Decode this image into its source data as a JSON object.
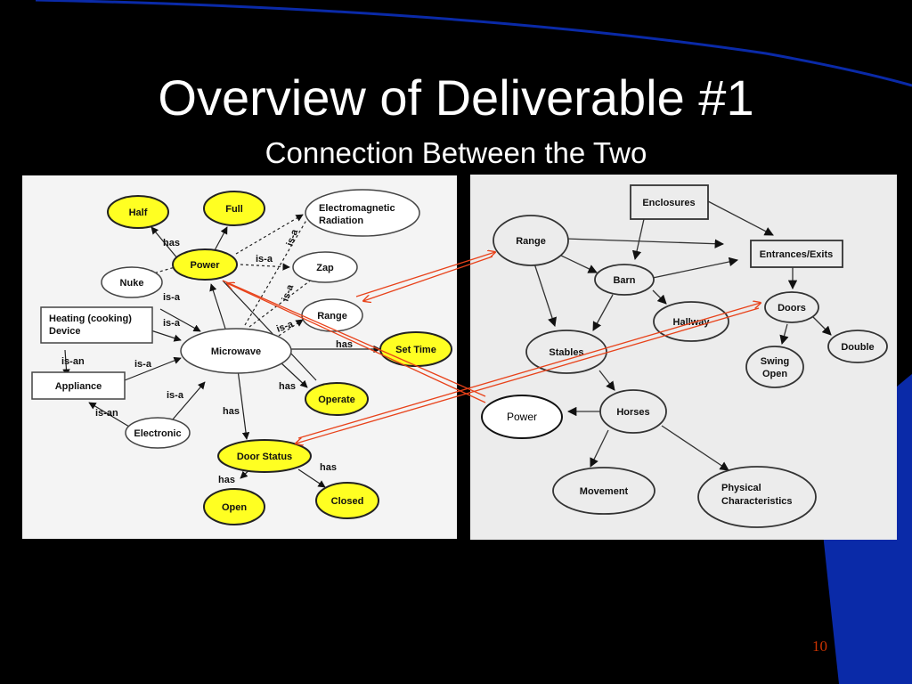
{
  "slide": {
    "title": "Overview of Deliverable #1",
    "subtitle": "Connection Between the Two",
    "page_number": "10"
  },
  "colors": {
    "background": "#000000",
    "accent_blue": "#0a2aa8",
    "node_yellow": "#ffff22",
    "connector_red": "#e8421a"
  },
  "left_diagram": {
    "nodes": {
      "half": "Half",
      "full": "Full",
      "electromagnetic_1": "Electromagnetic",
      "electromagnetic_2": "Radiation",
      "power": "Power",
      "zap": "Zap",
      "nuke": "Nuke",
      "heating_1": "Heating (cooking)",
      "heating_2": "Device",
      "range": "Range",
      "microwave": "Microwave",
      "set_time": "Set Time",
      "appliance": "Appliance",
      "operate": "Operate",
      "electronic": "Electronic",
      "door_status": "Door Status",
      "open": "Open",
      "closed": "Closed"
    },
    "edge_labels": {
      "has_half": "has",
      "isa_power_em": "is-a",
      "isa_power_zap": "is-a",
      "isa_nuke": "is-a",
      "isa_range": "is-a",
      "isa_heating": "is-a",
      "isa_settime": "is-a",
      "has_settime": "has",
      "isan_heating": "is-an",
      "isa_appliance": "is-a",
      "has_operate": "has",
      "isa_electronic": "is-a",
      "isan_electronic": "is-an",
      "has_door": "has",
      "has_closed": "has",
      "has_open": "has"
    }
  },
  "right_diagram": {
    "nodes": {
      "enclosures": "Enclosures",
      "range": "Range",
      "entrances": "Entrances/Exits",
      "barn": "Barn",
      "doors": "Doors",
      "hallway": "Hallway",
      "double": "Double",
      "stables": "Stables",
      "swing_1": "Swing",
      "swing_2": "Open",
      "power": "Power",
      "horses": "Horses",
      "movement": "Movement",
      "physical_1": "Physical",
      "physical_2": "Characteristics"
    }
  }
}
